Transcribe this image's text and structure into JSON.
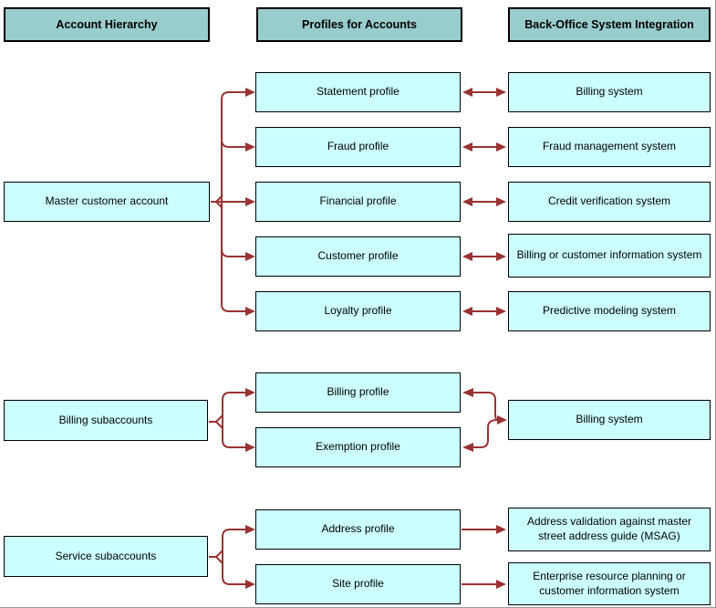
{
  "colors": {
    "header_fill": "#99cccc",
    "node_fill": "#ccffff",
    "border": "#000000",
    "arrow": "#993333",
    "background": "#ffffff"
  },
  "headers": [
    {
      "label": "Account Hierarchy"
    },
    {
      "label": "Profiles for Accounts"
    },
    {
      "label": "Back-Office System Integration"
    }
  ],
  "sections": {
    "master": {
      "account": "Master customer account",
      "link": "bidirectional",
      "rows": [
        {
          "profile": "Statement profile",
          "system": "Billing system"
        },
        {
          "profile": "Fraud profile",
          "system": "Fraud management system"
        },
        {
          "profile": "Financial profile",
          "system": "Credit verification system"
        },
        {
          "profile": "Customer profile",
          "system": "Billing or customer information system"
        },
        {
          "profile": "Loyalty profile",
          "system": "Predictive modeling system"
        }
      ]
    },
    "billing": {
      "account": "Billing subaccounts",
      "link": "bidirectional",
      "profiles": [
        "Billing profile",
        "Exemption profile"
      ],
      "system": "Billing system"
    },
    "service": {
      "account": "Service subaccounts",
      "link": "one-way",
      "rows": [
        {
          "profile": "Address profile",
          "system": "Address validation against master street address guide (MSAG)"
        },
        {
          "profile": "Site profile",
          "system": "Enterprise resource planning or customer information system"
        }
      ]
    }
  }
}
